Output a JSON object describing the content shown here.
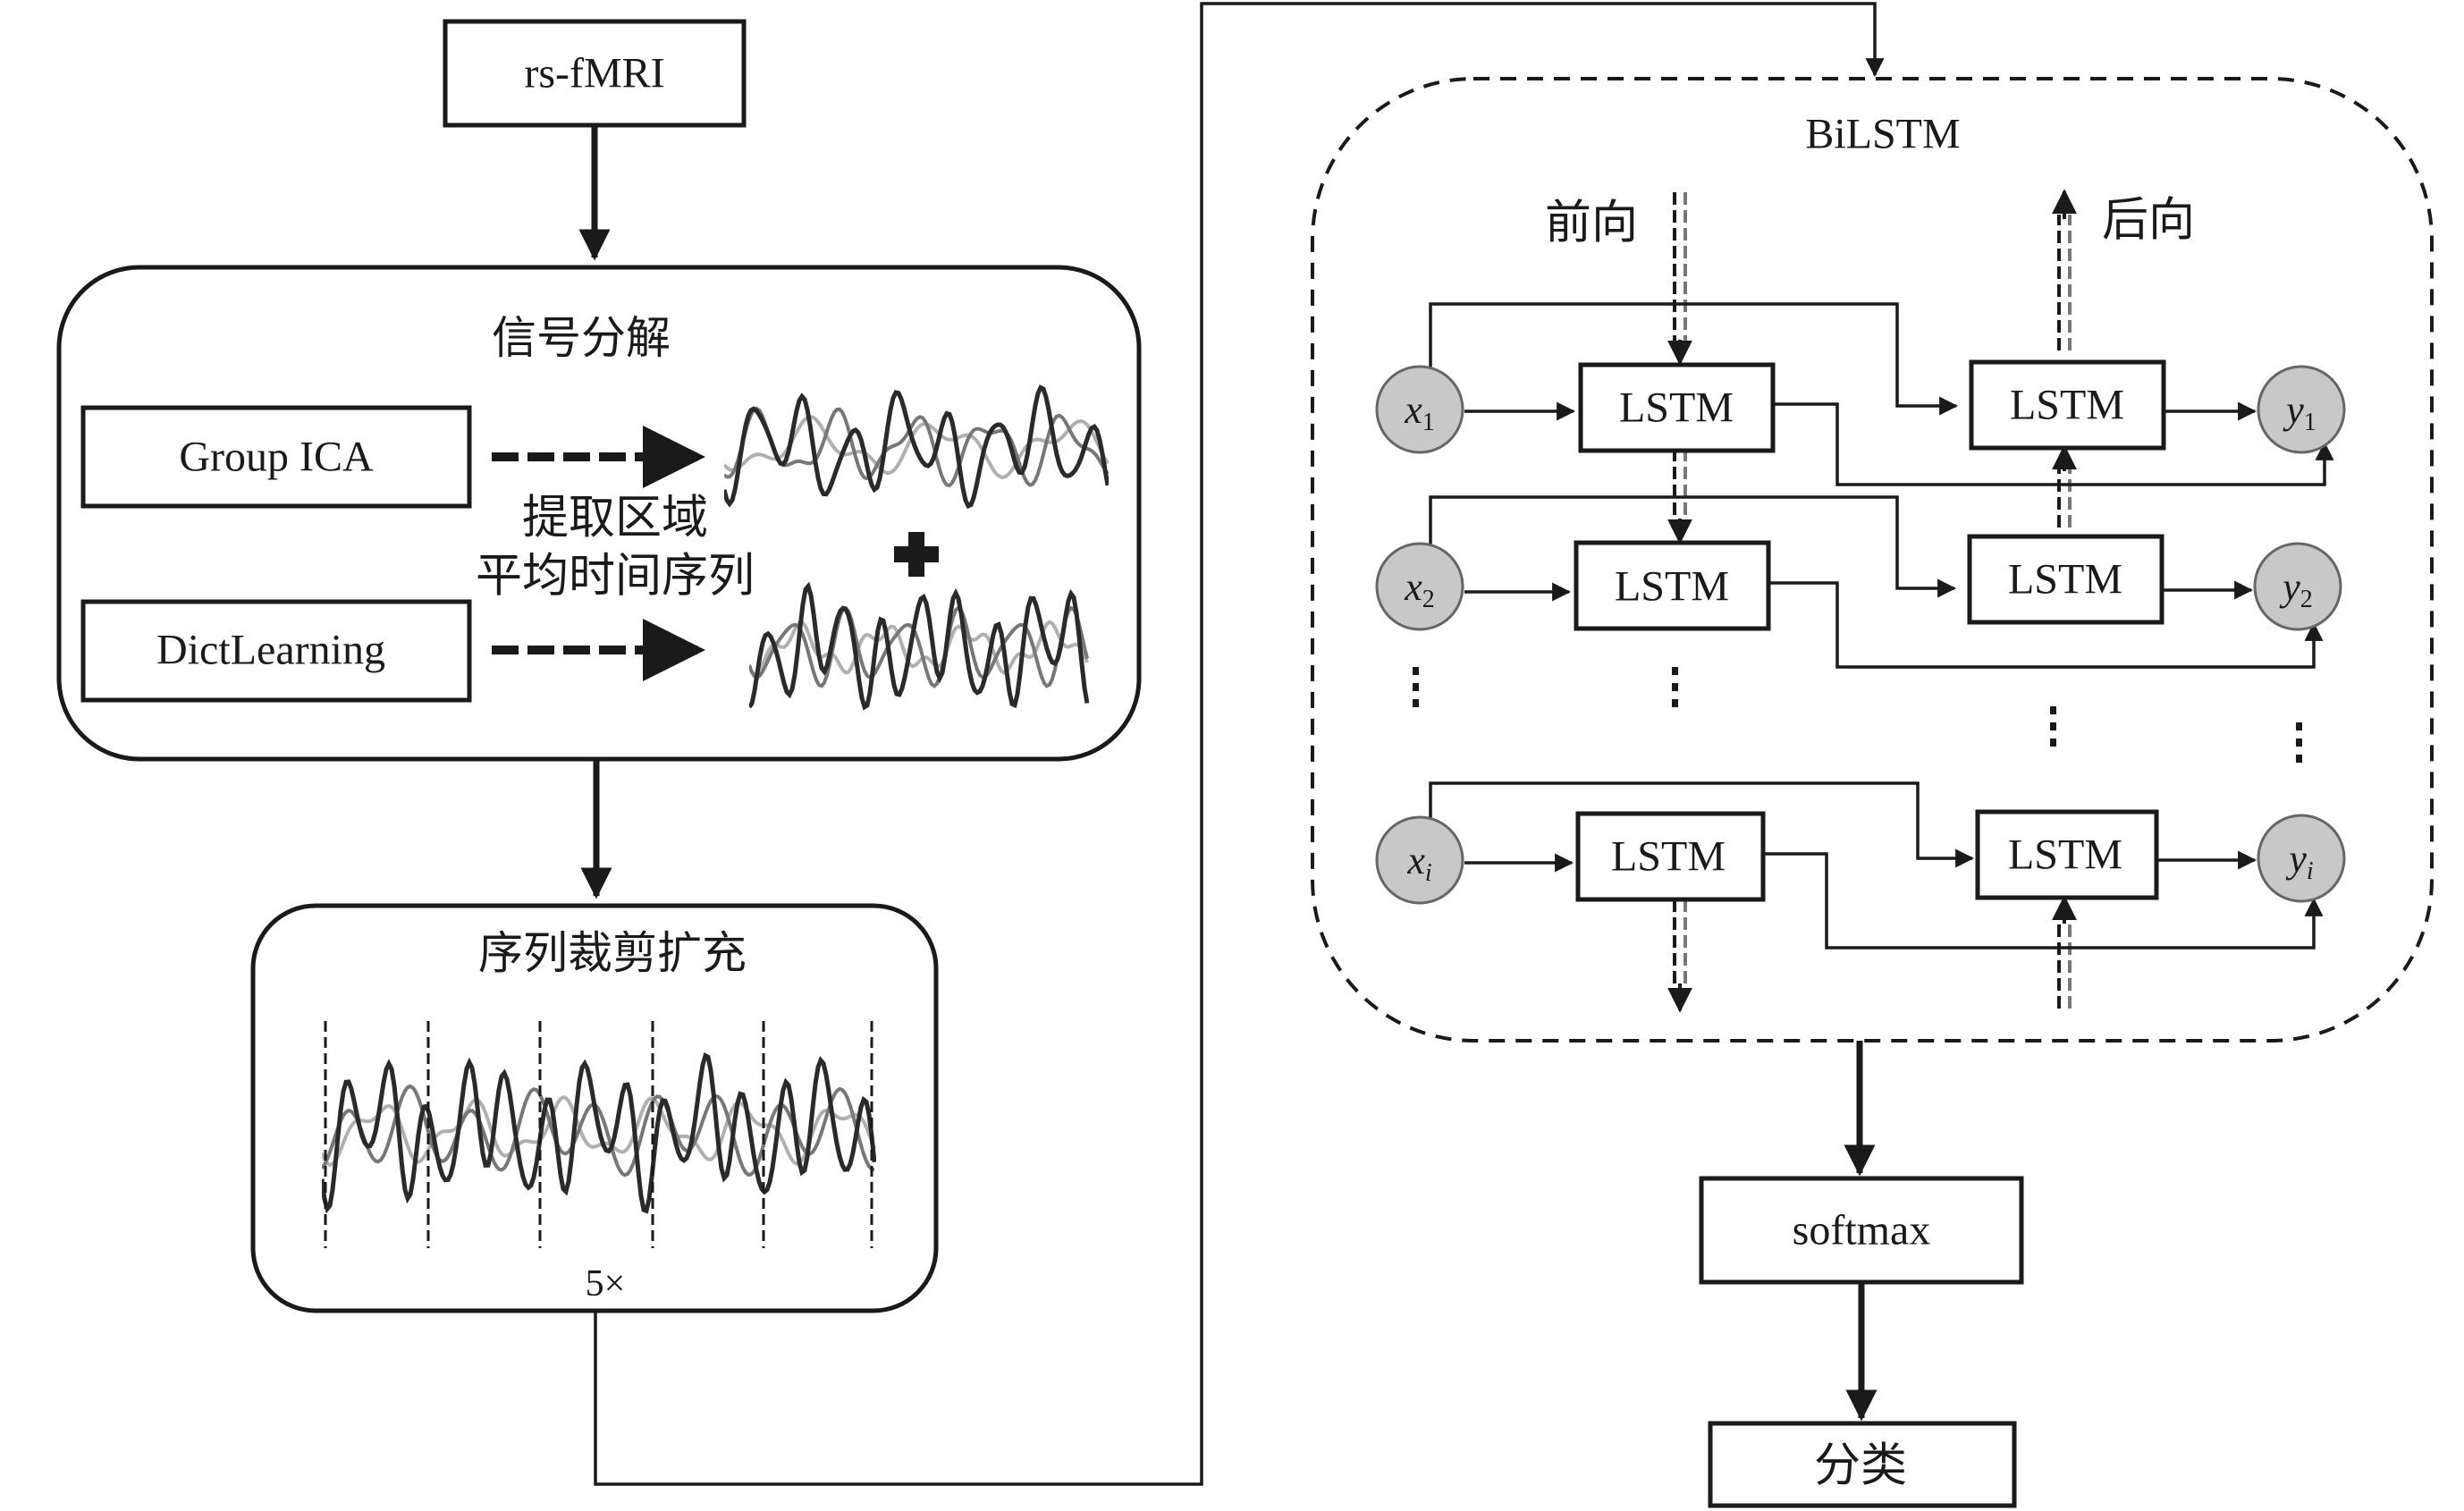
{
  "labels": {
    "input": "rs-fMRI",
    "decomp_title": "信号分解",
    "group_ica": "Group ICA",
    "dict_learning": "DictLearning",
    "extract_line1": "提取区域",
    "extract_line2": "平均时间序列",
    "crop_title": "序列裁剪扩充",
    "crop_factor": "5×",
    "bilstm_title": "BiLSTM",
    "forward": "前向",
    "backward": "后向",
    "lstm": "LSTM",
    "softmax": "softmax",
    "classify": "分类"
  },
  "inputs": [
    {
      "base": "x",
      "sub": "1"
    },
    {
      "base": "x",
      "sub": "2"
    },
    {
      "base": "x",
      "sub": "i"
    }
  ],
  "outputs": [
    {
      "base": "y",
      "sub": "1"
    },
    {
      "base": "y",
      "sub": "2"
    },
    {
      "base": "y",
      "sub": "i"
    }
  ],
  "colors": {
    "ink": "#1a1a1a",
    "node_fill": "#c8c8c8",
    "signal_dark": "#2a2a2a",
    "signal_mid": "#777777",
    "signal_light": "#b0b0b0"
  }
}
